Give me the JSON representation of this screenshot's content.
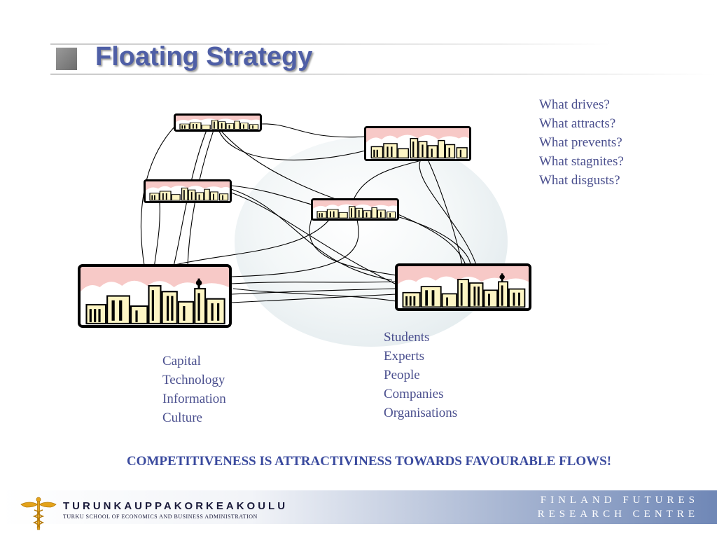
{
  "slide": {
    "title": "Floating Strategy",
    "questions": [
      "What drives?",
      "What attracts?",
      "What prevents?",
      "What stagnites?",
      "What disgusts?"
    ],
    "flows_left": [
      "Capital",
      "Technology",
      "Information",
      "Culture"
    ],
    "flows_right": [
      "Students",
      "Experts",
      "People",
      "Companies",
      "Organisations"
    ],
    "slogan": "COMPETITIVENESS IS ATTRACTIVINESS TOWARDS FAVOURABLE FLOWS!"
  },
  "footer": {
    "school_name": "TURUNKAUPPAKORKEAKOULU",
    "school_subtitle": "TURKU SCHOOL OF ECONOMICS AND BUSINESS ADMINISTRATION",
    "centre_line1": "FINLAND FUTURES",
    "centre_line2": "RESEARCH CENTRE"
  },
  "colors": {
    "title": "#4f5fa6",
    "text": "#4a4f8e",
    "slogan": "#3a4a9e",
    "city_sky": "#f7c9c7",
    "building_fill": "#fdf5c4"
  }
}
